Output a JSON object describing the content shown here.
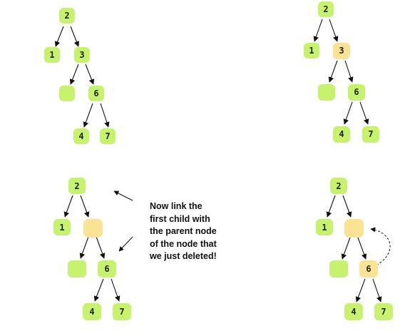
{
  "colors": {
    "node_green": "#c6f26e",
    "node_yellow": "#fbe394",
    "edge": "#111111",
    "text": "#222222"
  },
  "diagrams": [
    {
      "name": "tree-top-left",
      "nodes": [
        {
          "id": "a1",
          "label": "2",
          "fill": "green"
        },
        {
          "id": "a2",
          "label": "1",
          "fill": "green"
        },
        {
          "id": "a3",
          "label": "3",
          "fill": "green"
        },
        {
          "id": "a4",
          "label": "",
          "fill": "green"
        },
        {
          "id": "a5",
          "label": "6",
          "fill": "green"
        },
        {
          "id": "a6",
          "label": "4",
          "fill": "green"
        },
        {
          "id": "a7",
          "label": "7",
          "fill": "green"
        }
      ]
    },
    {
      "name": "tree-top-right",
      "nodes": [
        {
          "id": "b1",
          "label": "2",
          "fill": "green"
        },
        {
          "id": "b2",
          "label": "1",
          "fill": "green"
        },
        {
          "id": "b3",
          "label": "3",
          "fill": "yellow"
        },
        {
          "id": "b4",
          "label": "",
          "fill": "green"
        },
        {
          "id": "b5",
          "label": "6",
          "fill": "green"
        },
        {
          "id": "b6",
          "label": "4",
          "fill": "green"
        },
        {
          "id": "b7",
          "label": "7",
          "fill": "green"
        }
      ]
    },
    {
      "name": "tree-bottom-left",
      "nodes": [
        {
          "id": "c1",
          "label": "2",
          "fill": "green"
        },
        {
          "id": "c2",
          "label": "1",
          "fill": "green"
        },
        {
          "id": "c3",
          "label": "",
          "fill": "yellow"
        },
        {
          "id": "c4",
          "label": "",
          "fill": "green"
        },
        {
          "id": "c5",
          "label": "6",
          "fill": "green"
        },
        {
          "id": "c6",
          "label": "4",
          "fill": "green"
        },
        {
          "id": "c7",
          "label": "7",
          "fill": "green"
        }
      ]
    },
    {
      "name": "tree-bottom-right",
      "nodes": [
        {
          "id": "d1",
          "label": "2",
          "fill": "green"
        },
        {
          "id": "d2",
          "label": "1",
          "fill": "green"
        },
        {
          "id": "d3",
          "label": "",
          "fill": "yellow"
        },
        {
          "id": "d4",
          "label": "",
          "fill": "green"
        },
        {
          "id": "d5",
          "label": "6",
          "fill": "yellow"
        },
        {
          "id": "d6",
          "label": "4",
          "fill": "green"
        },
        {
          "id": "d7",
          "label": "7",
          "fill": "green"
        }
      ]
    }
  ],
  "note": {
    "lines": [
      "Now link the",
      "first child with",
      "the parent node",
      "of the node that",
      "we just deleted!"
    ]
  }
}
